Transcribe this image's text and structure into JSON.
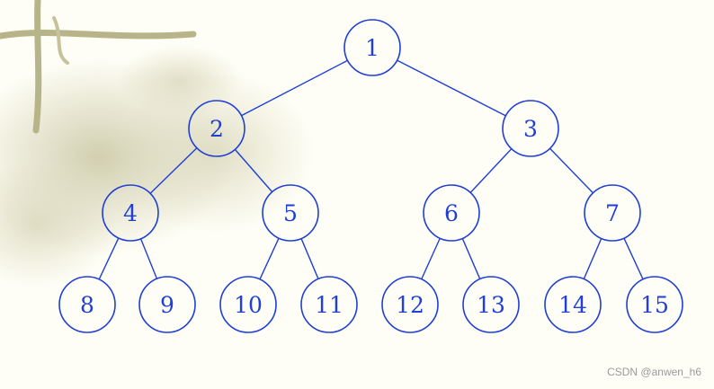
{
  "diagram": {
    "nodes": [
      {
        "id": 1,
        "label": "1"
      },
      {
        "id": 2,
        "label": "2"
      },
      {
        "id": 3,
        "label": "3"
      },
      {
        "id": 4,
        "label": "4"
      },
      {
        "id": 5,
        "label": "5"
      },
      {
        "id": 6,
        "label": "6"
      },
      {
        "id": 7,
        "label": "7"
      },
      {
        "id": 8,
        "label": "8"
      },
      {
        "id": 9,
        "label": "9"
      },
      {
        "id": 10,
        "label": "10"
      },
      {
        "id": 11,
        "label": "11"
      },
      {
        "id": 12,
        "label": "12"
      },
      {
        "id": 13,
        "label": "13"
      },
      {
        "id": 14,
        "label": "14"
      },
      {
        "id": 15,
        "label": "15"
      }
    ],
    "edges": [
      {
        "from": 1,
        "to": 2
      },
      {
        "from": 1,
        "to": 3
      },
      {
        "from": 2,
        "to": 4
      },
      {
        "from": 2,
        "to": 5
      },
      {
        "from": 3,
        "to": 6
      },
      {
        "from": 3,
        "to": 7
      },
      {
        "from": 4,
        "to": 8
      },
      {
        "from": 4,
        "to": 9
      },
      {
        "from": 5,
        "to": 10
      },
      {
        "from": 5,
        "to": 11
      },
      {
        "from": 6,
        "to": 12
      },
      {
        "from": 6,
        "to": 13
      },
      {
        "from": 7,
        "to": 14
      },
      {
        "from": 7,
        "to": 15
      }
    ],
    "highlighted_node": 2
  },
  "colors": {
    "line": "#1f3fd6",
    "highlight_fill": "#c8cba0",
    "background": "#fffef6"
  },
  "watermark": "CSDN @anwen_h6"
}
